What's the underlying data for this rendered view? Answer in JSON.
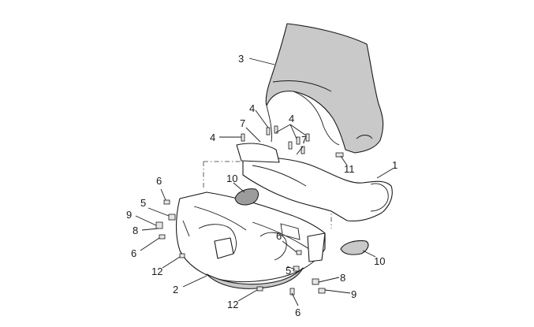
{
  "diagram": {
    "callouts": [
      {
        "id": "c-3",
        "label": "3"
      },
      {
        "id": "c-4a",
        "label": "4"
      },
      {
        "id": "c-4b",
        "label": "4"
      },
      {
        "id": "c-4c",
        "label": "4"
      },
      {
        "id": "c-7a",
        "label": "7"
      },
      {
        "id": "c-7b",
        "label": "7"
      },
      {
        "id": "c-11",
        "label": "11"
      },
      {
        "id": "c-1",
        "label": "1"
      },
      {
        "id": "c-10a",
        "label": "10"
      },
      {
        "id": "c-10b",
        "label": "10"
      },
      {
        "id": "c-6a",
        "label": "6"
      },
      {
        "id": "c-5a",
        "label": "5"
      },
      {
        "id": "c-9a",
        "label": "9"
      },
      {
        "id": "c-8a",
        "label": "8"
      },
      {
        "id": "c-6b",
        "label": "6"
      },
      {
        "id": "c-12a",
        "label": "12"
      },
      {
        "id": "c-2",
        "label": "2"
      },
      {
        "id": "c-6c",
        "label": "6"
      },
      {
        "id": "c-5b",
        "label": "5"
      },
      {
        "id": "c-8b",
        "label": "8"
      },
      {
        "id": "c-9b",
        "label": "9"
      },
      {
        "id": "c-12b",
        "label": "12"
      },
      {
        "id": "c-6d",
        "label": "6"
      }
    ]
  }
}
